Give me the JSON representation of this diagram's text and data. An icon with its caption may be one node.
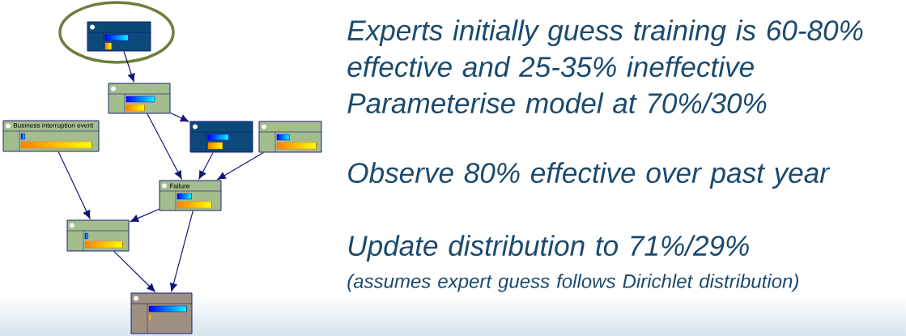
{
  "diagram": {
    "nodes": [
      {
        "text": [],
        "shape": "box"
      },
      {
        "text": [],
        "shape": "box"
      },
      {
        "text": [],
        "shape": "box"
      },
      {
        "text": [
          "Business interruption event"
        ]
      },
      {
        "text": [],
        "shape": "box"
      },
      {
        "text": [
          "Failure"
        ]
      },
      {
        "text": [],
        "shape": "box"
      },
      {
        "text": [],
        "shape": "box"
      }
    ],
    "edges": [
      {
        "from": 0,
        "to": 1,
        "arrow": "to"
      },
      {
        "from": 1,
        "to": 2,
        "arrow": "to"
      },
      {
        "from": 1,
        "to": 5,
        "arrow": "to"
      },
      {
        "from": 2,
        "to": 5,
        "arrow": "to"
      },
      {
        "from": 4,
        "to": 5,
        "arrow": "to"
      },
      {
        "from": 3,
        "to": 6,
        "arrow": "to"
      },
      {
        "from": 5,
        "to": 6,
        "arrow": "to"
      },
      {
        "from": 6,
        "to": 7,
        "arrow": "to"
      },
      {
        "from": 5,
        "to": 7,
        "arrow": "to"
      }
    ],
    "labels": [
      "Experts initially guess training is 60-80% effective and 25-35% ineffective",
      "Parameterise model at 70%/30%",
      "Observe 80% effective over past year",
      "Update distribution to 71%/29%",
      "(assumes expert guess follows Dirichlet distribution)"
    ]
  }
}
